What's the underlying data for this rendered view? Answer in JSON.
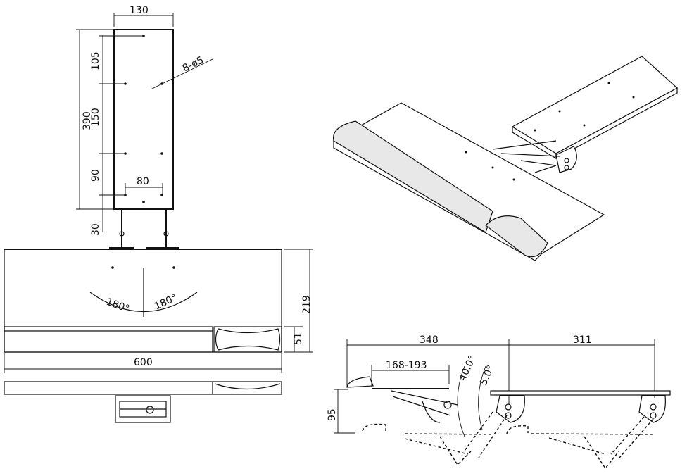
{
  "top_plate": {
    "width": "130",
    "height_total": "390",
    "seg1": "105",
    "seg2": "150",
    "seg3": "90",
    "hole_spacing": "80",
    "hole_note": "8-ø5",
    "offset": "30"
  },
  "tray": {
    "angle_left": "180°",
    "angle_right": "180°",
    "depth": "219",
    "palm_rest": "51",
    "width": "600"
  },
  "side_view": {
    "extend_front": "348",
    "extend_rear": "311",
    "slide_range": "168-193",
    "tilt_up": "40.0°",
    "tilt_down": "5.0°",
    "height_drop": "95"
  }
}
